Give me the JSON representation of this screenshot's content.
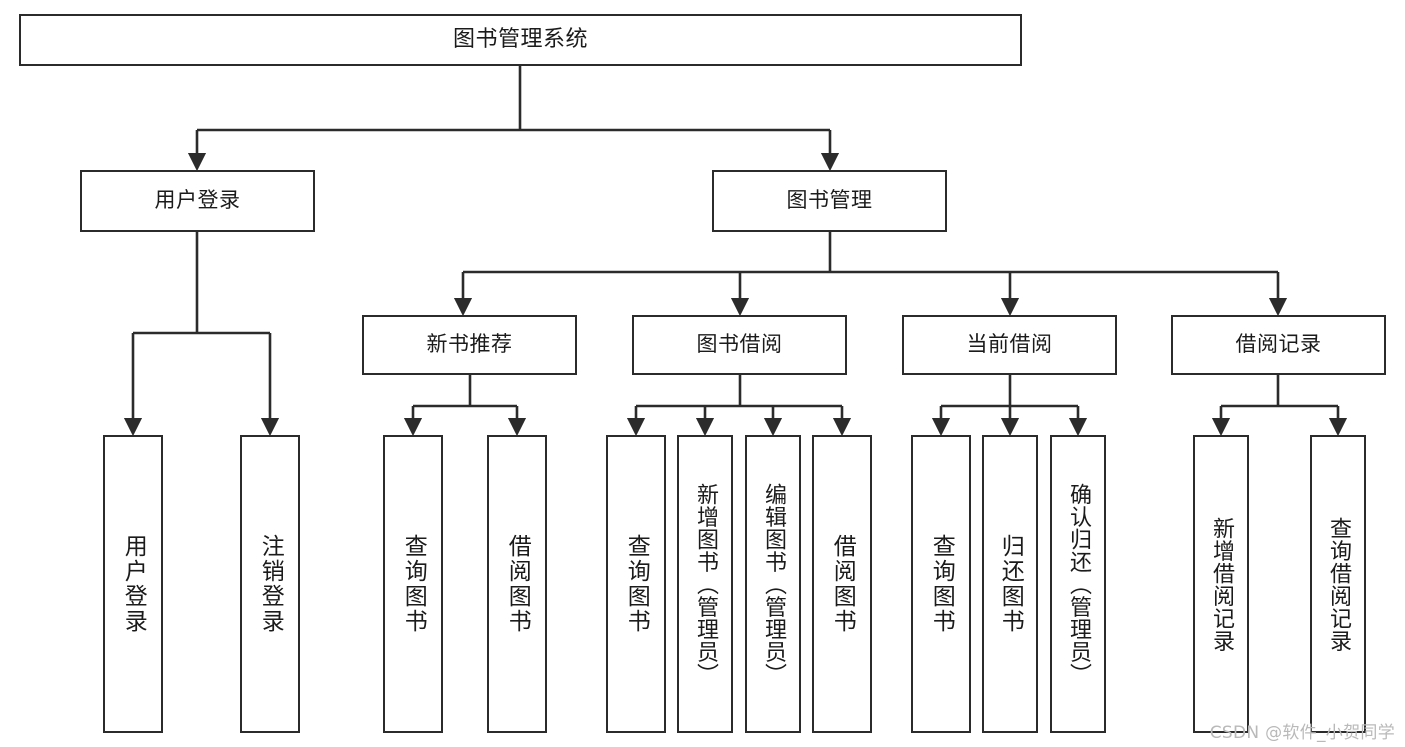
{
  "diagram": {
    "type": "tree-hierarchy",
    "title": "图书管理系统",
    "root": {
      "label": "图书管理系统"
    },
    "level2": [
      {
        "label": "用户登录"
      },
      {
        "label": "图书管理"
      }
    ],
    "level3": [
      {
        "label": "新书推荐"
      },
      {
        "label": "图书借阅"
      },
      {
        "label": "当前借阅"
      },
      {
        "label": "借阅记录"
      }
    ],
    "leaves": {
      "user_login": [
        {
          "label": "用户登录"
        },
        {
          "label": "注销登录"
        }
      ],
      "new_book_recommend": [
        {
          "label": "查询图书"
        },
        {
          "label": "借阅图书"
        }
      ],
      "book_borrow": [
        {
          "label": "查询图书"
        },
        {
          "label": "新增图书（管理员）"
        },
        {
          "label": "编辑图书（管理员）"
        },
        {
          "label": "借阅图书"
        }
      ],
      "current_borrow": [
        {
          "label": "查询图书"
        },
        {
          "label": "归还图书"
        },
        {
          "label": "确认归还（管理员）"
        }
      ],
      "borrow_record": [
        {
          "label": "新增借阅记录"
        },
        {
          "label": "查询借阅记录"
        }
      ]
    },
    "watermark": "CSDN @软件_小贺同学",
    "colors": {
      "stroke": "#2b2b2b",
      "fill": "#ffffff",
      "text": "#1b1b1b",
      "watermark": "#b9b9b9"
    }
  }
}
